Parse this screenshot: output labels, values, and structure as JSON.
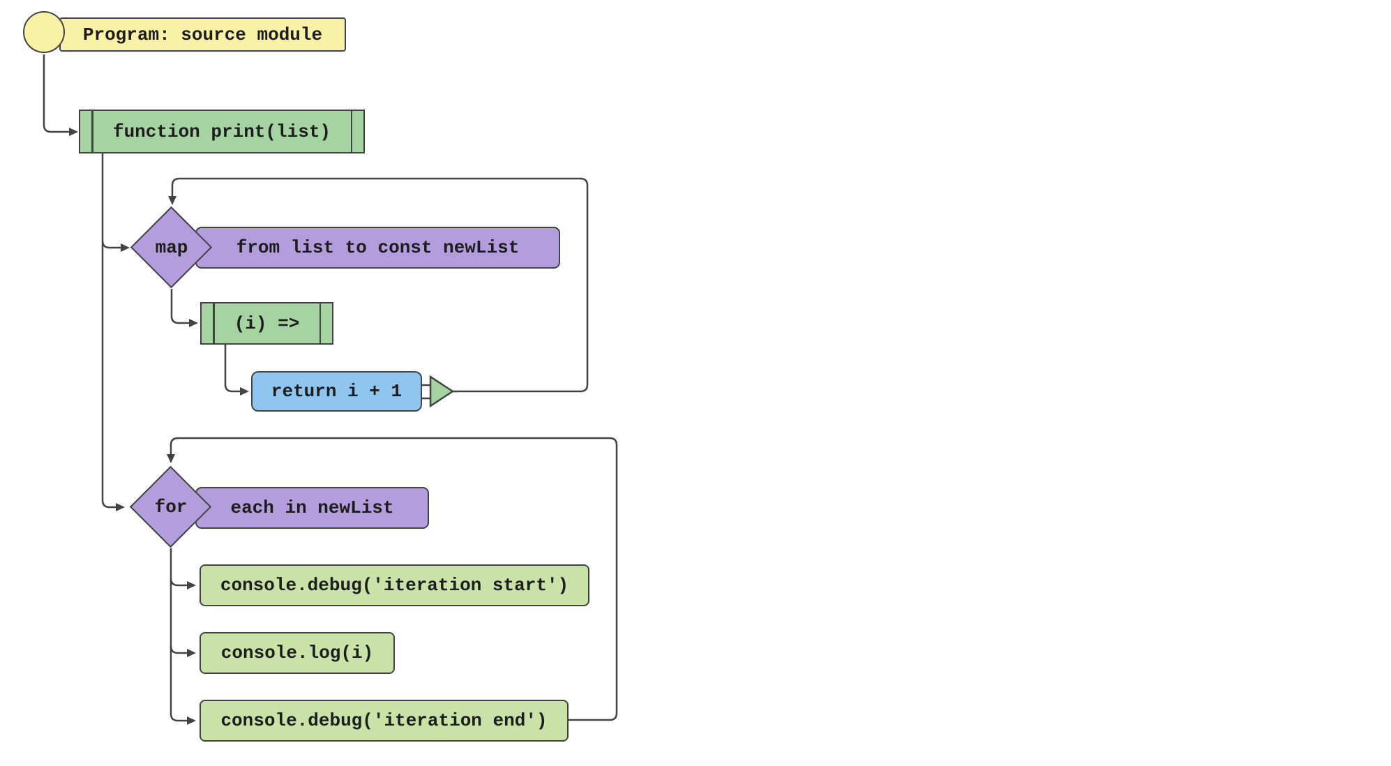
{
  "diagram_type": "code-flowchart",
  "colors": {
    "bg": "#ffffff",
    "line": "#434343",
    "text": "#1d1d1d",
    "node-yellow": "#f9f1a5",
    "node-green": "#a6d3a2",
    "node-purple": "#b49ddc",
    "node-blue": "#90c5f0",
    "node-lightgreen": "#c8e2a7"
  },
  "nodes": {
    "program": {
      "type": "start",
      "label": "Program: source module"
    },
    "function": {
      "type": "subroutine",
      "label": "function print(list)"
    },
    "map": {
      "type": "loop",
      "keyword": "map",
      "label": "from list to const newList"
    },
    "lambda": {
      "type": "subroutine",
      "label": "(i) =>"
    },
    "return": {
      "type": "return",
      "label": "return i + 1"
    },
    "for": {
      "type": "loop",
      "keyword": "for",
      "label": "each in newList"
    },
    "debug_start": {
      "type": "statement",
      "label": "console.debug('iteration start')"
    },
    "log": {
      "type": "statement",
      "label": "console.log(i)"
    },
    "debug_end": {
      "type": "statement",
      "label": "console.debug('iteration end')"
    }
  }
}
